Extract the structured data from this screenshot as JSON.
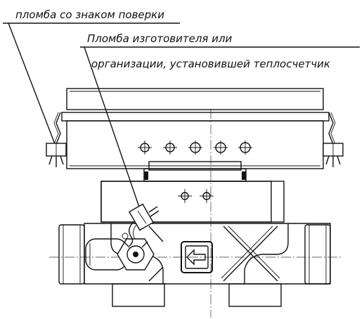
{
  "labels": {
    "verification_seal": "пломба со знаком поверки",
    "manufacturer_seal_line1": "Пломба изготовителя или",
    "manufacturer_seal_line2": "организации, установившей теплосчетчик"
  },
  "colors": {
    "line": "#111111",
    "background": "#ffffff"
  }
}
